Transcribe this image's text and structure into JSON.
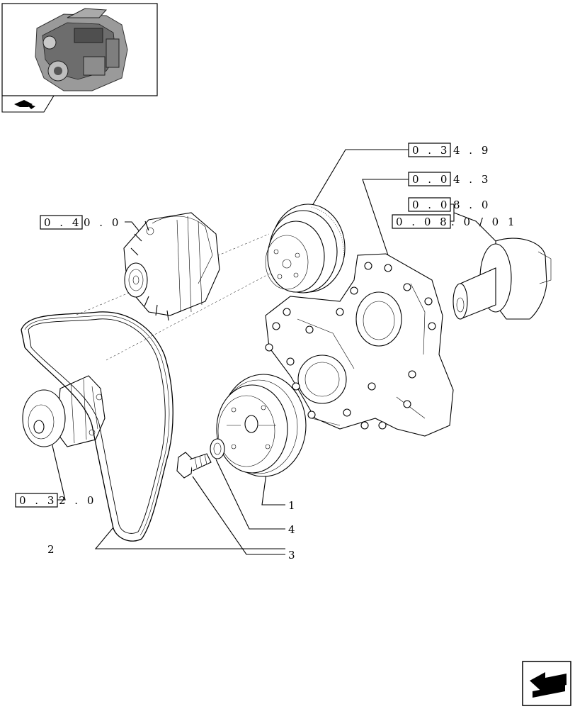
{
  "thumbnail": {
    "icon": "engine-thumbnail-icon",
    "nav_icon": "section-nav-icon"
  },
  "references": [
    {
      "boxed": "0 . 3",
      "rest": "4 . 9"
    },
    {
      "boxed": "0 . 0",
      "rest": "4 . 3"
    },
    {
      "boxed": "0 . 0",
      "rest": "8 . 0"
    },
    {
      "boxed": "0 . 0 8",
      "rest": ". 0 / 0 1"
    },
    {
      "boxed": "0 . 4",
      "rest": "0 . 0"
    },
    {
      "boxed": "0 . 3",
      "rest": "2 . 0"
    }
  ],
  "callouts": [
    {
      "number": "1",
      "part": "pulley"
    },
    {
      "number": "4",
      "part": "washer"
    },
    {
      "number": "3",
      "part": "bolt"
    },
    {
      "number": "2",
      "part": "belt"
    }
  ],
  "footer": {
    "icon": "next-page-arrow-icon"
  }
}
